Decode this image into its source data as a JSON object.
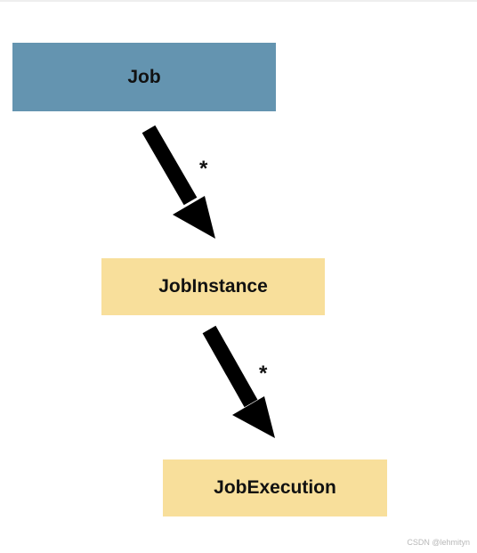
{
  "nodes": {
    "job": {
      "label": "Job",
      "fill": "#6494b0"
    },
    "job_instance": {
      "label": "JobInstance",
      "fill": "#f8df9b"
    },
    "job_execution": {
      "label": "JobExecution",
      "fill": "#f8df9b"
    }
  },
  "relations": [
    {
      "from": "Job",
      "to": "JobInstance",
      "multiplicity": "*"
    },
    {
      "from": "JobInstance",
      "to": "JobExecution",
      "multiplicity": "*"
    }
  ],
  "colors": {
    "arrow": "#000000",
    "text": "#111111"
  },
  "watermark": "CSDN @lehmityn"
}
